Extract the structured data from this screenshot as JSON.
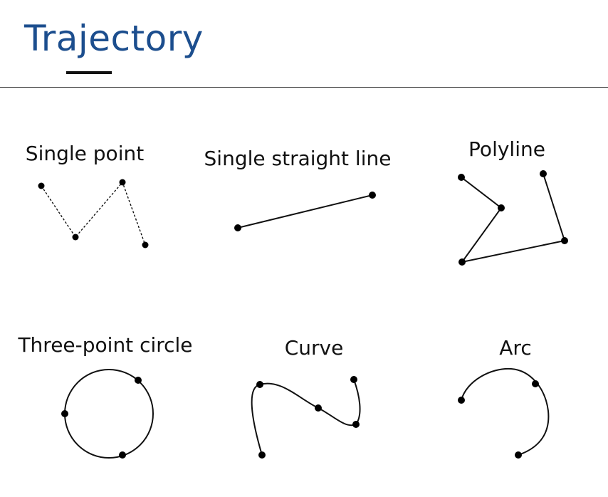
{
  "page": {
    "title": "Trajectory",
    "title_color": "#1c4e8e"
  },
  "trajectories": [
    {
      "id": "single-point",
      "label": "Single point"
    },
    {
      "id": "straight-line",
      "label": "Single straight line"
    },
    {
      "id": "polyline",
      "label": "Polyline"
    },
    {
      "id": "circle",
      "label": "Three-point circle"
    },
    {
      "id": "curve",
      "label": "Curve"
    },
    {
      "id": "arc",
      "label": "Arc"
    }
  ]
}
